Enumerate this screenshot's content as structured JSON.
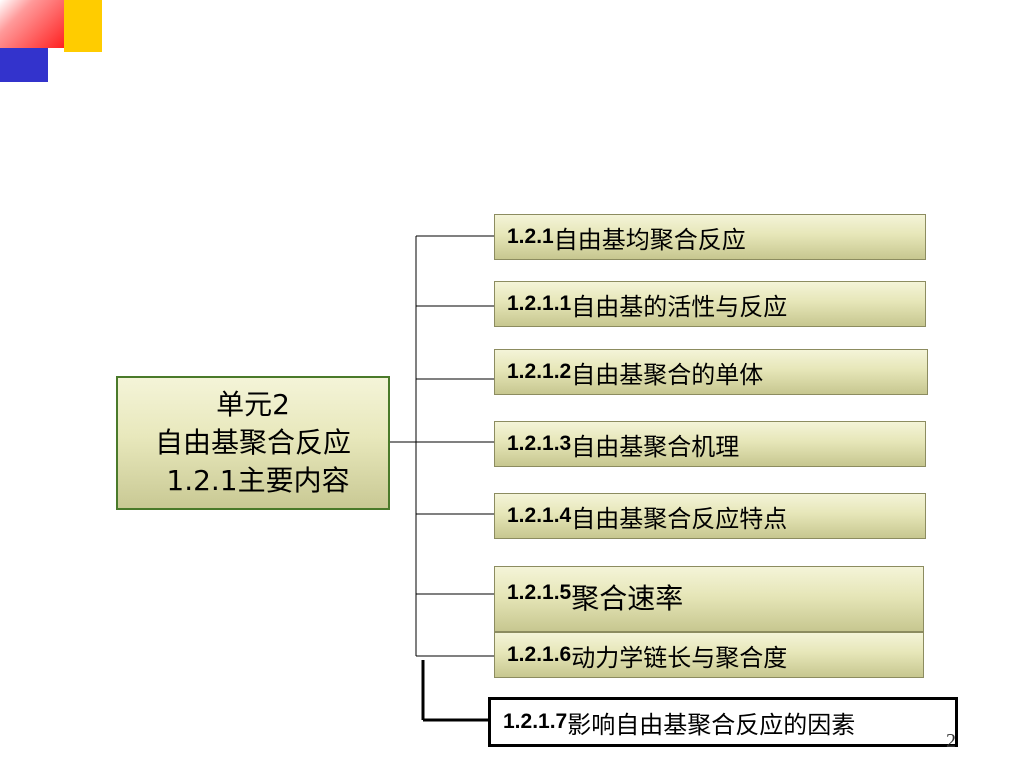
{
  "slide": {
    "page_number": "2",
    "main": {
      "line1": "单元2",
      "line2": "自由基聚合反应",
      "line3": "1.2.1主要内容"
    },
    "items": [
      {
        "num": "1.2.1",
        "text": " 自由基均聚合反应"
      },
      {
        "num": "1.2.1.1",
        "text": " 自由基的活性与反应"
      },
      {
        "num": "1.2.1.2",
        "text": "自由基聚合的单体"
      },
      {
        "num": "1.2.1.3",
        "text": "自由基聚合机理"
      },
      {
        "num": "1.2.1.4",
        "text": "自由基聚合反应特点"
      },
      {
        "num": "1.2.1.5",
        "text": "聚合速率"
      },
      {
        "num": "1.2.1.6",
        "text": " 动力学链长与聚合度"
      },
      {
        "num": "1.2.1.7",
        "text": "影响自由基聚合反应的因素"
      }
    ]
  },
  "colors": {
    "box_light": "#f4f4d8",
    "box_dark": "#c7c790",
    "main_border": "#4a7a2a",
    "deco_red": "#ff2020",
    "deco_yellow": "#ffcc00",
    "deco_blue": "#3333cc"
  }
}
